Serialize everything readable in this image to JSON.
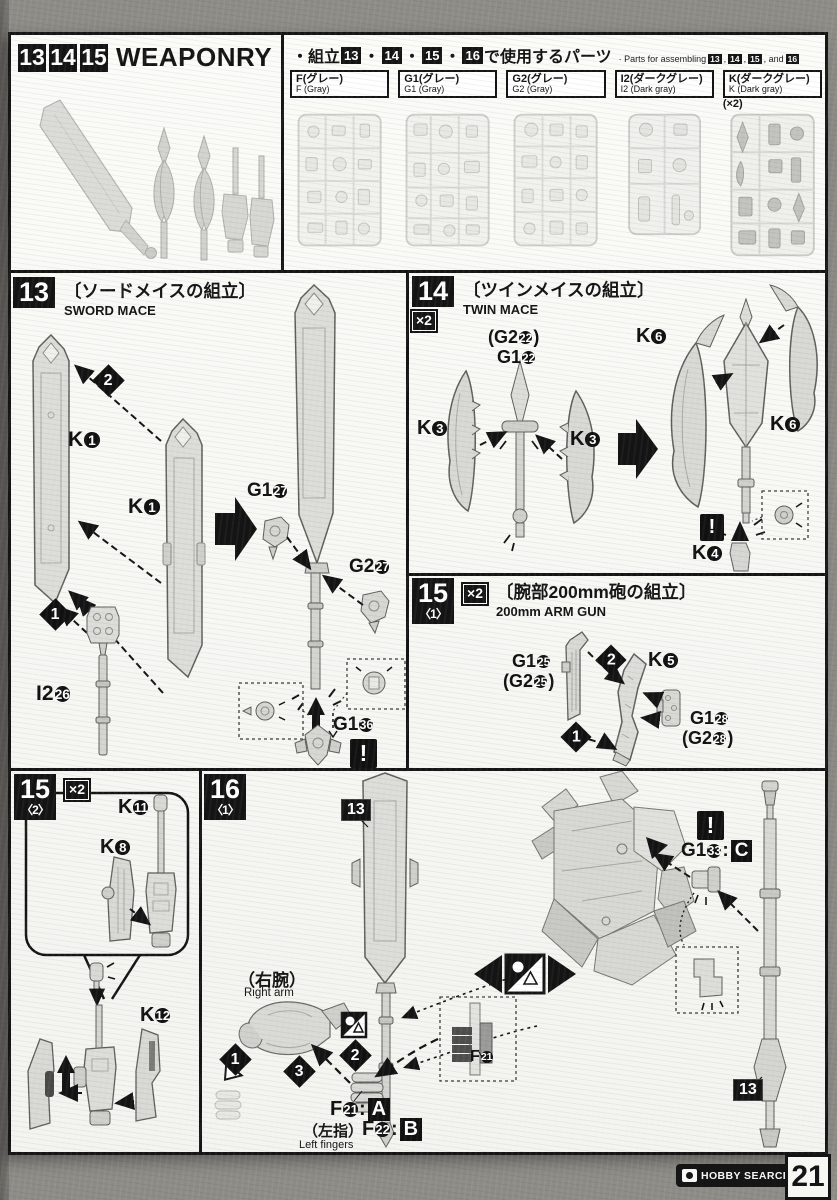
{
  "page": {
    "number": "21",
    "watermark": "HOBBY SEARCH"
  },
  "header": {
    "steps": [
      "13",
      "14",
      "15"
    ],
    "title": "WEAPONRY"
  },
  "partsbox": {
    "jp_pre": "・組立",
    "s1": "13",
    "s2": "14",
    "s3": "15",
    "s4": "16",
    "jp_sep": "・",
    "jp_post": " で使用するパーツ",
    "en_pre": "· Parts for assembling ",
    "en_sep1": ", ",
    "en_sep2": ", ",
    "en_sep3": ", and ",
    "runners": [
      {
        "jp": "F(グレー)",
        "en": "F (Gray)",
        "note": ""
      },
      {
        "jp": "G1(グレー)",
        "en": "G1 (Gray)",
        "note": ""
      },
      {
        "jp": "G2(グレー)",
        "en": "G2 (Gray)",
        "note": ""
      },
      {
        "jp": "I2(ダークグレー)",
        "en": "I2 (Dark gray)",
        "note": ""
      },
      {
        "jp": "K(ダークグレー)",
        "en": "K (Dark gray)",
        "note": "(×2)"
      }
    ]
  },
  "step13": {
    "num": "13",
    "jp": "〔ソードメイスの組立〕",
    "en": "SWORD MACE",
    "k1a": {
      "t": "K",
      "n": "1"
    },
    "k1b": {
      "t": "K",
      "n": "1"
    },
    "d2": "2",
    "d1": "1",
    "i226": {
      "t": "I2",
      "n": "26"
    },
    "g127": {
      "t": "G1",
      "n": "27"
    },
    "g227": {
      "t": "G2",
      "n": "27"
    },
    "g136": {
      "t": "G1",
      "n": "36"
    },
    "warn": "!"
  },
  "step14": {
    "num": "14",
    "x2": "×2",
    "jp": "〔ツインメイスの組立〕",
    "en": "TWIN MACE",
    "g222": {
      "t": "(G2",
      "n": "22",
      "a": ")"
    },
    "g122": {
      "t": "G1",
      "n": "22"
    },
    "k3l": {
      "t": "K",
      "n": "3"
    },
    "k3r": {
      "t": "K",
      "n": "3"
    },
    "k6t": {
      "t": "K",
      "n": "6"
    },
    "k6b": {
      "t": "K",
      "n": "6"
    },
    "k4": {
      "t": "K",
      "n": "4"
    },
    "warn": "!"
  },
  "step15a": {
    "num": "15",
    "sub": "〈1〉",
    "x2": "×2",
    "jp": "〔腕部200mm砲の組立〕",
    "en": "200mm ARM GUN",
    "g125": {
      "t": "G1",
      "n": "25"
    },
    "g225": {
      "t": "(G2",
      "n": "25",
      "a": ")"
    },
    "d2": "2",
    "k5": {
      "t": "K",
      "n": "5"
    },
    "g128": {
      "t": "G1",
      "n": "28"
    },
    "g228": {
      "t": "(G2",
      "n": "28",
      "a": ")"
    },
    "d1": "1"
  },
  "step15b": {
    "num": "15",
    "sub": "〈2〉",
    "x2": "×2",
    "k11": {
      "t": "K",
      "n": "11"
    },
    "k8": {
      "t": "K",
      "n": "8"
    },
    "k12": {
      "t": "K",
      "n": "12"
    }
  },
  "step16": {
    "num": "16",
    "sub": "〈1〉",
    "ref13a": "13",
    "ref13b": "13",
    "arm_jp": "（右腕）",
    "arm_en": "Right arm",
    "d1": "1",
    "d3": "3",
    "d2": "2",
    "f21a": {
      "t": "F",
      "n": "21",
      "a": ":",
      "box": "A"
    },
    "lf_jp": "（左指）",
    "lf_en": "Left fingers",
    "f22b": {
      "t": "F",
      "n": "22",
      "a": ":",
      "box": "B"
    },
    "f21": {
      "t": "F",
      "n": "21"
    },
    "warn": "!",
    "g133c": {
      "t": "G1",
      "n": "33",
      "a": ":",
      "box": "C"
    }
  }
}
